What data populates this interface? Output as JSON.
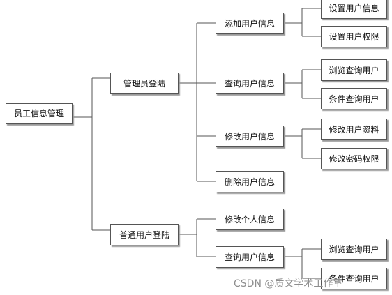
{
  "root": "员工信息管理",
  "branches": [
    {
      "label": "管理员登陆",
      "children": [
        {
          "label": "添加用户信息",
          "children": [
            "设置用户信息",
            "设置用户权限"
          ]
        },
        {
          "label": "查询用户信息",
          "children": [
            "浏览查询用户",
            "条件查询用户"
          ]
        },
        {
          "label": "修改用户信息",
          "children": [
            "修改用户资料",
            "修改密码权限"
          ]
        },
        {
          "label": "删除用户信息",
          "children": []
        }
      ]
    },
    {
      "label": "普通用户登陆",
      "children": [
        {
          "label": "修改个人信息",
          "children": []
        },
        {
          "label": "查询用户信息",
          "children": [
            "浏览查询用户",
            "条件查询用户"
          ]
        }
      ]
    }
  ],
  "watermark": "CSDN @质文学术工作室",
  "colors": {
    "line": "#555555",
    "box_border": "#555555",
    "shadow": "#9a9a9a",
    "watermark": "#8e8e8e"
  }
}
